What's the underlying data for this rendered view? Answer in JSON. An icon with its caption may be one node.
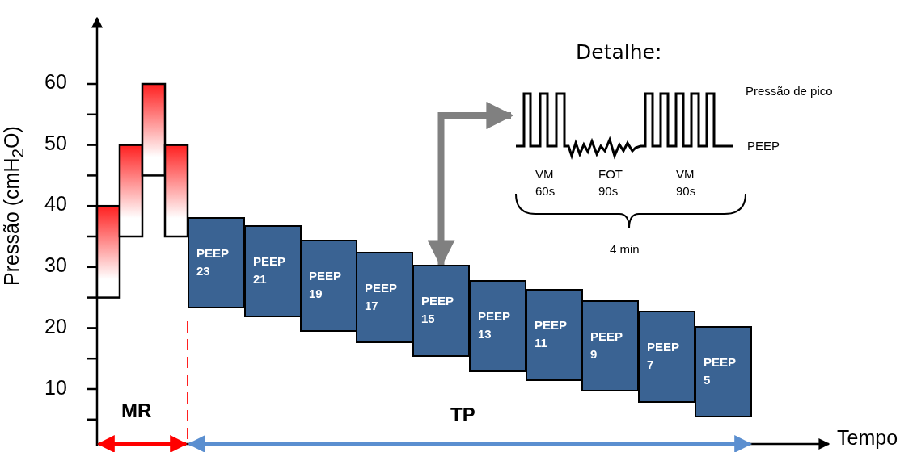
{
  "diagram": {
    "nodes": [
      {
        "text": [],
        "shape": "bar"
      },
      {
        "text": [],
        "shape": "bar"
      },
      {
        "text": [],
        "shape": "bar"
      },
      {
        "text": [],
        "shape": "bar"
      },
      {
        "text": [
          "PEEP 23"
        ]
      },
      {
        "text": [
          "PEEP 21"
        ]
      },
      {
        "text": [
          "PEEP 19"
        ]
      },
      {
        "text": [
          "PEEP 17"
        ]
      },
      {
        "text": [
          "PEEP 15"
        ]
      },
      {
        "text": [
          "PEEP 13"
        ]
      },
      {
        "text": [
          "PEEP 11"
        ]
      },
      {
        "text": [
          "PEEP 9"
        ]
      },
      {
        "text": [
          "PEEP 7"
        ]
      },
      {
        "text": [
          "PEEP 5"
        ]
      },
      {
        "text": [
          "Detalhe:"
        ]
      }
    ],
    "edges": [
      {
        "from": 8,
        "to": 14,
        "arrow": "both"
      }
    ],
    "labels": [
      "60",
      "50",
      "40",
      "30",
      "20",
      "10",
      "Pressão (cmH$_{2}$O)",
      "Pressão de pico",
      "PEEP",
      "VM 60s",
      "FOT 90s",
      "VM 90s",
      "4 min",
      "MR",
      "TP",
      "Tempo"
    ]
  }
}
